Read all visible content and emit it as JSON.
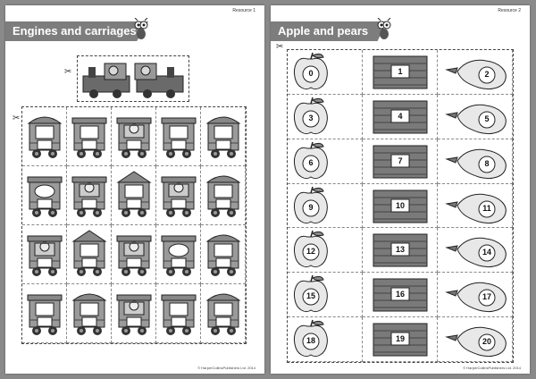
{
  "page1": {
    "resource_label": "Resource 1",
    "title": "Engines and carriages",
    "copyright": "© HarperCollinsPublishers Ltd. 2014",
    "carriage_styles": [
      "round",
      "square",
      "child",
      "square",
      "round",
      "oval",
      "child",
      "house",
      "child",
      "round",
      "child",
      "house",
      "child",
      "oval",
      "round",
      "square",
      "round",
      "child",
      "square",
      "round"
    ]
  },
  "page2": {
    "resource_label": "Resource 2",
    "title": "Apple and pears",
    "copyright": "© HarperCollinsPublishers Ltd. 2014",
    "rows": [
      {
        "apple": "0",
        "crate": "1",
        "pear": "2"
      },
      {
        "apple": "3",
        "crate": "4",
        "pear": "5"
      },
      {
        "apple": "6",
        "crate": "7",
        "pear": "8"
      },
      {
        "apple": "9",
        "crate": "10",
        "pear": "11"
      },
      {
        "apple": "12",
        "crate": "13",
        "pear": "14"
      },
      {
        "apple": "15",
        "crate": "16",
        "pear": "17"
      },
      {
        "apple": "18",
        "crate": "19",
        "pear": "20"
      }
    ]
  },
  "icons": {
    "scissors": "scissors-icon",
    "mascot": "ant-mascot-icon"
  }
}
